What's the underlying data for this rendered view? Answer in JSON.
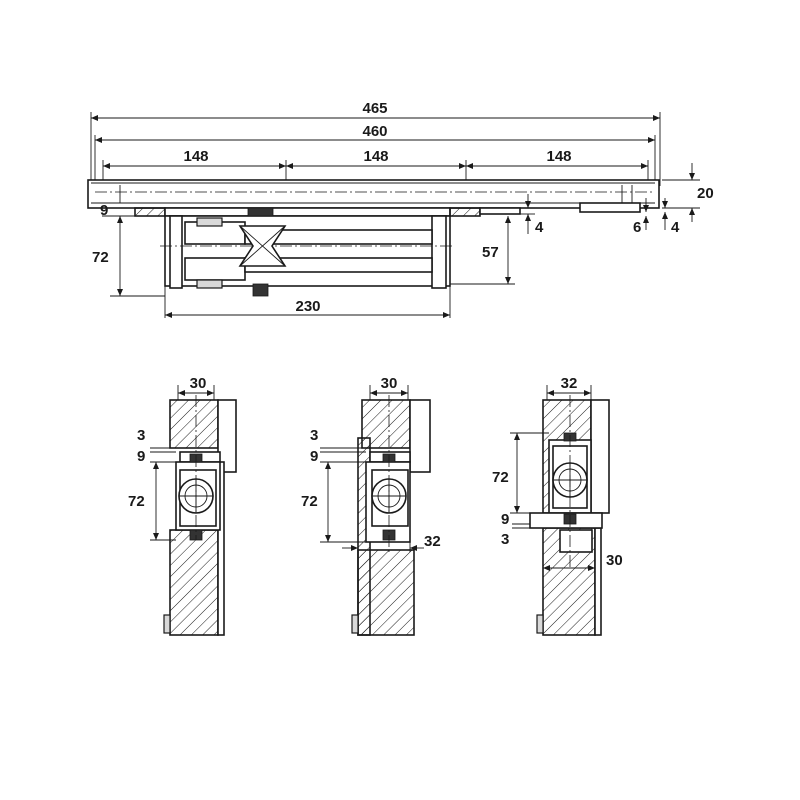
{
  "top_view": {
    "overall_length": "465",
    "inner_length": "460",
    "spacing_1": "148",
    "spacing_2": "148",
    "spacing_3": "148",
    "height_rail": "20",
    "left_offset": "9",
    "right_offset_6": "6",
    "right_offset_4": "4",
    "mid_offset_4": "4",
    "body_height": "72",
    "body_depth": "57",
    "body_length": "230"
  },
  "section_1": {
    "width_top": "30",
    "dim_3": "3",
    "dim_9": "9",
    "dim_72": "72"
  },
  "section_2": {
    "width_top": "30",
    "dim_3": "3",
    "dim_9": "9",
    "dim_72": "72",
    "width_bottom": "32"
  },
  "section_3": {
    "width_top": "32",
    "dim_72": "72",
    "dim_9": "9",
    "dim_3": "3",
    "width_bottom": "30"
  }
}
